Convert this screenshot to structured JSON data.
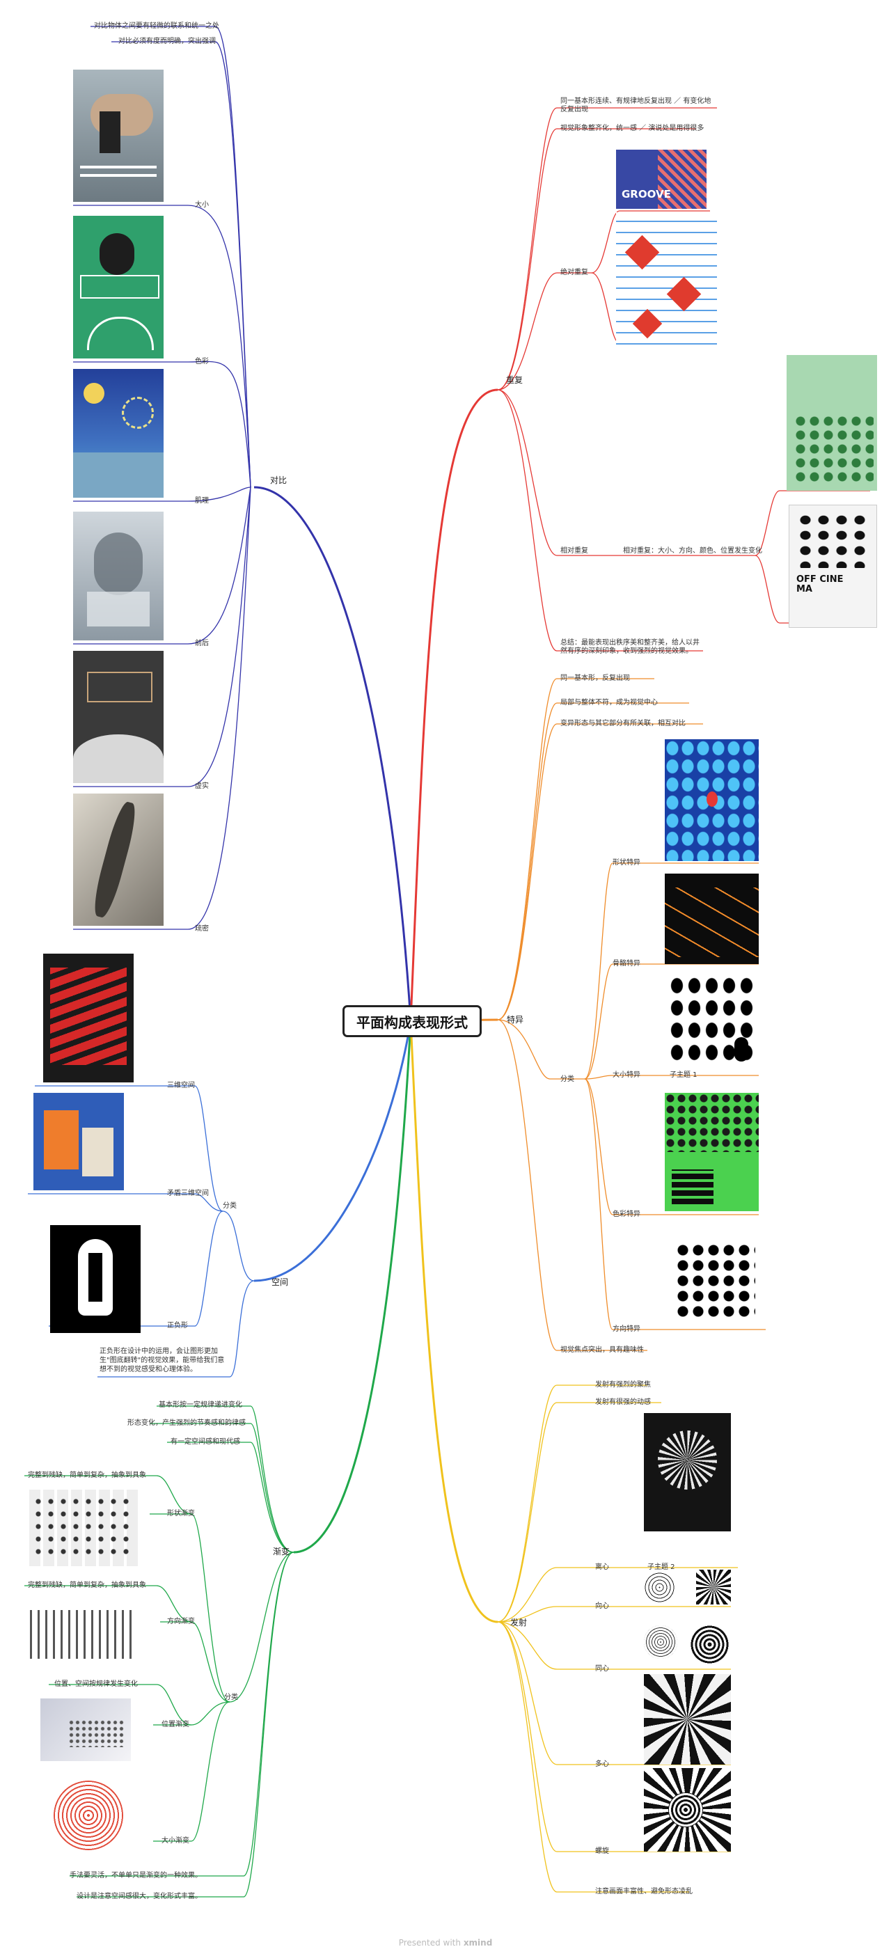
{
  "root": "平面构成表现形式",
  "colors": {
    "contrast": "#3333aa",
    "space": "#3b6fd8",
    "gradient": "#1fa84a",
    "repeat": "#e53935",
    "special": "#ef8c2a",
    "radiate": "#f0c21c"
  },
  "contrast": {
    "label": "对比",
    "notes": [
      "对比物体之间要有轻微的联系和统一之处",
      "对比必须有度而明确，突出强调"
    ],
    "items": [
      "大小",
      "色彩",
      "肌理",
      "前后",
      "虚实",
      "疏密"
    ]
  },
  "space": {
    "label": "空间",
    "category": "分类",
    "items": [
      "三维空间",
      "矛盾三维空间",
      "正负形"
    ],
    "note": "正负形在设计中的运用，会让图形更加生\"图底翻转\"的视觉效果，能带给我们意想不到的视觉感受和心理体验。"
  },
  "gradient": {
    "label": "渐变",
    "notes": [
      "基本形按一定规律递进变化",
      "形态变化，产生强烈的节奏感和韵律感",
      "有一定空间感和现代感"
    ],
    "category": "分类",
    "items": [
      "形状渐变",
      "方向渐变",
      "位置渐变",
      "大小渐变"
    ],
    "sub_notes": [
      "完整到残缺，简单到复杂，抽象到具象",
      "完整到残缺，简单到复杂，抽象到具象",
      "位置、空间按规律发生变化"
    ],
    "footer_notes": [
      "手法要灵活，不单单只是渐变的一种效果。",
      "设计是注意空间感很大，变化形式丰富。"
    ]
  },
  "repeat": {
    "label": "重复",
    "notes": [
      "同一基本形连续、有规律地反复出现 ／ 有变化地反复出现",
      "视觉形象整齐化，统一感 ／ 演说处是用得很多"
    ],
    "absolute": "绝对重复",
    "relative": "相对重复",
    "relative_detail": "相对重复：大小、方向、颜色、位置发生变化",
    "summary": "总结：最能表现出秩序美和整齐美，给人以井然有序的深刻印象，收到强烈的视觉效果。",
    "poster_text": {
      "groove": "GROOVE",
      "offcinema": "OFF CINE MA"
    }
  },
  "special": {
    "label": "特异",
    "notes": [
      "同一基本形，反复出现",
      "局部与整体不符，成为视觉中心",
      "变异形态与其它部分有所关联，相互对比"
    ],
    "category": "分类",
    "items": [
      "形状特异",
      "骨骼特异",
      "大小特异",
      "色彩特异",
      "方向特异"
    ],
    "subtopic": "子主题 1",
    "footer": "视觉焦点突出，具有趣味性"
  },
  "radiate": {
    "label": "发射",
    "notes": [
      "发射有强烈的聚焦",
      "发射有很强的动感"
    ],
    "items": [
      "离心",
      "向心",
      "同心",
      "多心",
      "螺旋"
    ],
    "subtopic": "子主题 2",
    "footer": "注意画面丰富性、避免形态凌乱"
  },
  "footer": {
    "prefix": "Presented with ",
    "brand": "xmind"
  }
}
